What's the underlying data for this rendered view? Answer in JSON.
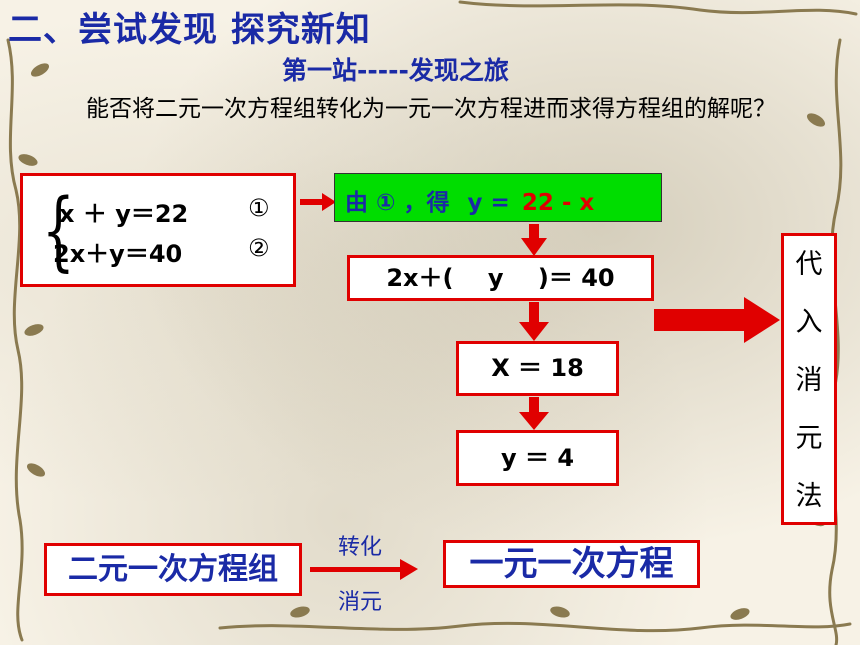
{
  "title": "二、尝试发现   探究新知",
  "subtitle": "第一站-----发现之旅",
  "question": "能否将二元一次方程组转化为一元一次方程进而求得方程组的解呢？",
  "system": {
    "eq1": "x ＋ y＝22",
    "eq1_mark": "①",
    "eq2": "2x＋y＝40",
    "eq2_mark": "②"
  },
  "step1": {
    "prefix": "由 ①  ，得",
    "var": "y =",
    "expr": "22 - x"
  },
  "step2": {
    "left": "2x＋(",
    "mid": "y",
    "right": ")＝  40"
  },
  "step3": "X  ＝ 18",
  "step4": "y  ＝    4",
  "method": [
    "代",
    "入",
    "消",
    "元",
    "法"
  ],
  "bottom": {
    "left_label": "二元一次方程组",
    "right_label": "一元一次方程",
    "arrow_top": "转化",
    "arrow_bottom": "消元"
  },
  "colors": {
    "title_blue": "#1a2aa6",
    "accent_red": "#e00000",
    "green_fill": "#00dd00"
  }
}
